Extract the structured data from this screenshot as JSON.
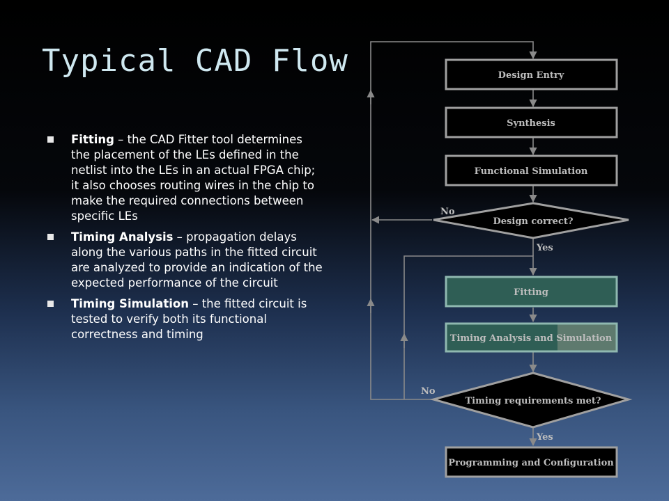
{
  "title": "Typical CAD Flow",
  "bullets": [
    {
      "term": "Fitting",
      "text": " – the CAD Fitter tool determines the placement of the LEs defined in the netlist into the LEs in an actual FPGA chip; it also chooses routing wires in the chip to make the required connections between specific LEs"
    },
    {
      "term": "Timing Analysis",
      "text": " – propagation delays along the various paths in the fitted circuit are analyzed to provide an indication of the expected performance of the circuit"
    },
    {
      "term": "Timing Simulation",
      "text": " – the fitted circuit is tested to verify both its functional correctness and timing"
    }
  ],
  "flowchart": {
    "nodes": {
      "design_entry": "Design Entry",
      "synthesis": "Synthesis",
      "functional_simulation": "Functional Simulation",
      "design_correct": "Design correct?",
      "fitting": "Fitting",
      "timing_analysis": "Timing Analysis and Simulation",
      "timing_requirements": "Timing requirements met?",
      "programming": "Programming and Configuration"
    },
    "edge_labels": {
      "design_no": "No",
      "design_yes": "Yes",
      "timing_no": "No",
      "timing_yes": "Yes"
    },
    "colors": {
      "box_fill": "#000000",
      "box_stroke": "#8a8a8a",
      "highlight_fill": "#2f5e55",
      "highlight_stroke": "#8fb8b0",
      "partial_fill": "#5e7a6e",
      "text": "#bdbdbd",
      "line": "#8a8a8a"
    }
  }
}
